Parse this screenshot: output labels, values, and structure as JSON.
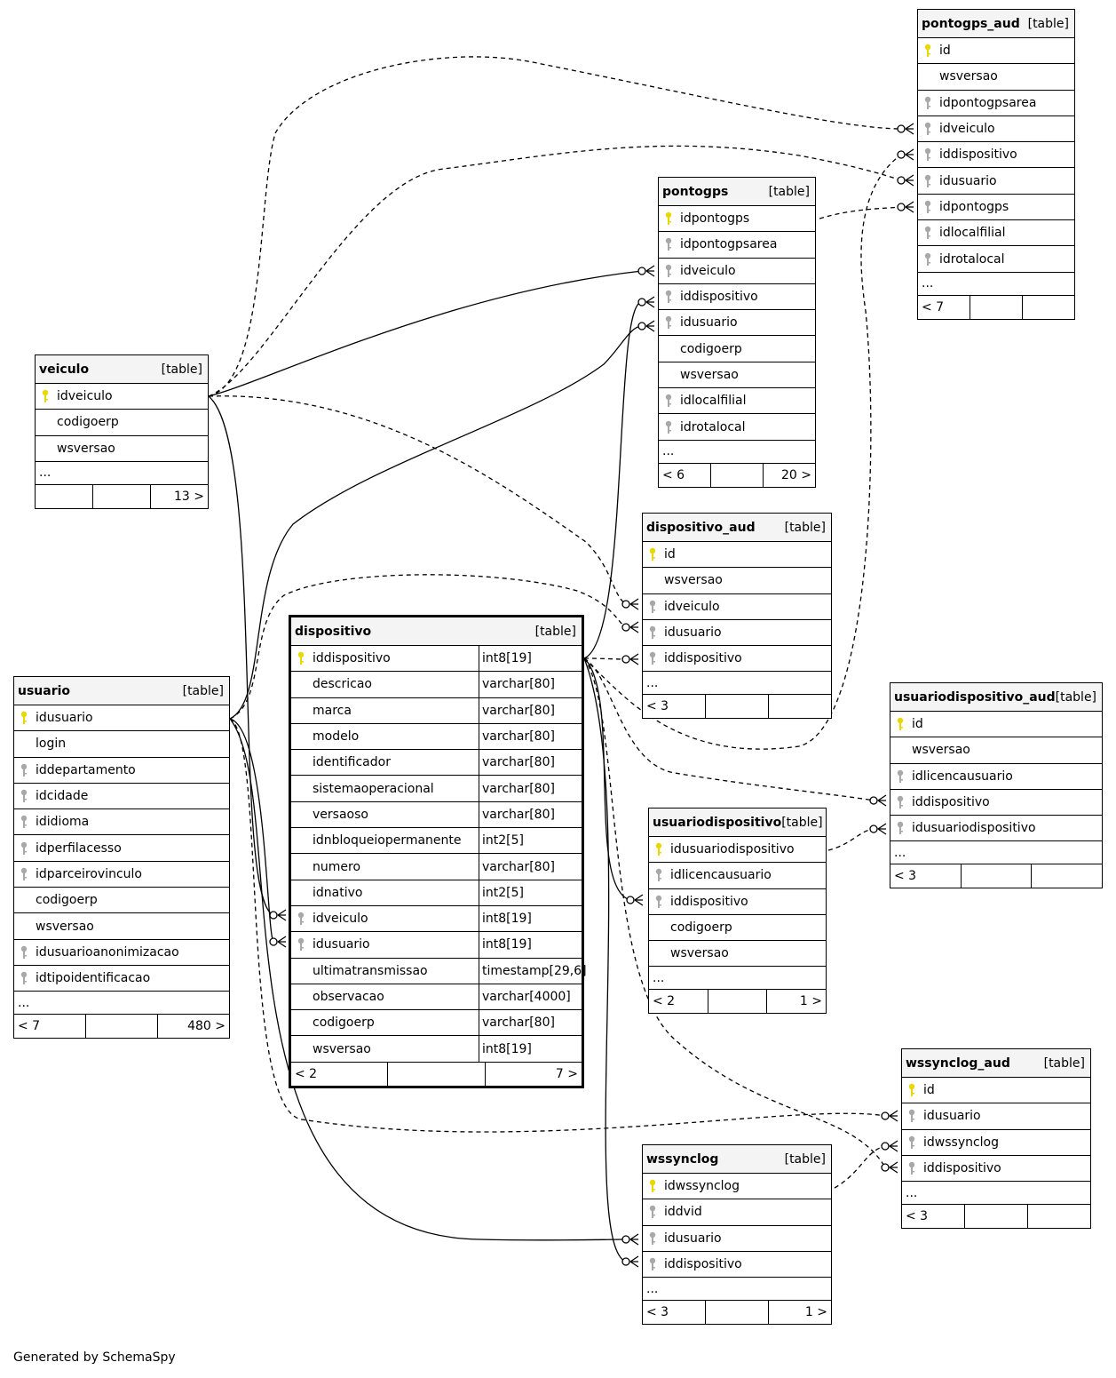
{
  "credit": "Generated by SchemaSpy",
  "table_tag": "[table]",
  "colors": {
    "primary_key": "#e8d800",
    "foreign_key": "#a8a8a8",
    "header_bg": "#f4f4f4"
  },
  "tables": {
    "pontogps_aud": {
      "name": "pontogps_aud",
      "columns": [
        {
          "name": "id",
          "key": "pk"
        },
        {
          "name": "wsversao",
          "key": ""
        },
        {
          "name": "idpontogpsarea",
          "key": "fk"
        },
        {
          "name": "idveiculo",
          "key": "fk"
        },
        {
          "name": "iddispositivo",
          "key": "fk"
        },
        {
          "name": "idusuario",
          "key": "fk"
        },
        {
          "name": "idpontogps",
          "key": "fk"
        },
        {
          "name": "idlocalfilial",
          "key": "fk"
        },
        {
          "name": "idrotalocal",
          "key": "fk"
        }
      ],
      "more": "...",
      "footer": [
        "< 7",
        "",
        ""
      ]
    },
    "pontogps": {
      "name": "pontogps",
      "columns": [
        {
          "name": "idpontogps",
          "key": "pk"
        },
        {
          "name": "idpontogpsarea",
          "key": "fk"
        },
        {
          "name": "idveiculo",
          "key": "fk"
        },
        {
          "name": "iddispositivo",
          "key": "fk"
        },
        {
          "name": "idusuario",
          "key": "fk"
        },
        {
          "name": "codigoerp",
          "key": ""
        },
        {
          "name": "wsversao",
          "key": ""
        },
        {
          "name": "idlocalfilial",
          "key": "fk"
        },
        {
          "name": "idrotalocal",
          "key": "fk"
        }
      ],
      "more": "...",
      "footer": [
        "< 6",
        "",
        "20 >"
      ]
    },
    "veiculo": {
      "name": "veiculo",
      "columns": [
        {
          "name": "idveiculo",
          "key": "pk"
        },
        {
          "name": "codigoerp",
          "key": ""
        },
        {
          "name": "wsversao",
          "key": ""
        }
      ],
      "more": "...",
      "footer": [
        "",
        "",
        "13 >"
      ]
    },
    "dispositivo_aud": {
      "name": "dispositivo_aud",
      "columns": [
        {
          "name": "id",
          "key": "pk"
        },
        {
          "name": "wsversao",
          "key": ""
        },
        {
          "name": "idveiculo",
          "key": "fk"
        },
        {
          "name": "idusuario",
          "key": "fk"
        },
        {
          "name": "iddispositivo",
          "key": "fk"
        }
      ],
      "more": "...",
      "footer": [
        "< 3",
        "",
        ""
      ]
    },
    "dispositivo": {
      "name": "dispositivo",
      "columns": [
        {
          "name": "iddispositivo",
          "key": "pk",
          "type": "int8[19]"
        },
        {
          "name": "descricao",
          "key": "",
          "type": "varchar[80]"
        },
        {
          "name": "marca",
          "key": "",
          "type": "varchar[80]"
        },
        {
          "name": "modelo",
          "key": "",
          "type": "varchar[80]"
        },
        {
          "name": "identificador",
          "key": "",
          "type": "varchar[80]"
        },
        {
          "name": "sistemaoperacional",
          "key": "",
          "type": "varchar[80]"
        },
        {
          "name": "versaoso",
          "key": "",
          "type": "varchar[80]"
        },
        {
          "name": "idnbloqueiopermanente",
          "key": "",
          "type": "int2[5]"
        },
        {
          "name": "numero",
          "key": "",
          "type": "varchar[80]"
        },
        {
          "name": "idnativo",
          "key": "",
          "type": "int2[5]"
        },
        {
          "name": "idveiculo",
          "key": "fk",
          "type": "int8[19]"
        },
        {
          "name": "idusuario",
          "key": "fk",
          "type": "int8[19]"
        },
        {
          "name": "ultimatransmissao",
          "key": "",
          "type": "timestamp[29,6]"
        },
        {
          "name": "observacao",
          "key": "",
          "type": "varchar[4000]"
        },
        {
          "name": "codigoerp",
          "key": "",
          "type": "varchar[80]"
        },
        {
          "name": "wsversao",
          "key": "",
          "type": "int8[19]"
        }
      ],
      "footer": [
        "< 2",
        "",
        "7 >"
      ]
    },
    "usuario": {
      "name": "usuario",
      "columns": [
        {
          "name": "idusuario",
          "key": "pk"
        },
        {
          "name": "login",
          "key": ""
        },
        {
          "name": "iddepartamento",
          "key": "fk"
        },
        {
          "name": "idcidade",
          "key": "fk"
        },
        {
          "name": "ididioma",
          "key": "fk"
        },
        {
          "name": "idperfilacesso",
          "key": "fk"
        },
        {
          "name": "idparceirovinculo",
          "key": "fk"
        },
        {
          "name": "codigoerp",
          "key": ""
        },
        {
          "name": "wsversao",
          "key": ""
        },
        {
          "name": "idusuarioanonimizacao",
          "key": "fk"
        },
        {
          "name": "idtipoidentificacao",
          "key": "fk"
        }
      ],
      "more": "...",
      "footer": [
        "< 7",
        "",
        "480 >"
      ]
    },
    "usuariodispositivo_aud": {
      "name": "usuariodispositivo_aud",
      "columns": [
        {
          "name": "id",
          "key": "pk"
        },
        {
          "name": "wsversao",
          "key": ""
        },
        {
          "name": "idlicencausuario",
          "key": "fk"
        },
        {
          "name": "iddispositivo",
          "key": "fk"
        },
        {
          "name": "idusuariodispositivo",
          "key": "fk"
        }
      ],
      "more": "...",
      "footer": [
        "< 3",
        "",
        ""
      ]
    },
    "usuariodispositivo": {
      "name": "usuariodispositivo",
      "columns": [
        {
          "name": "idusuariodispositivo",
          "key": "pk"
        },
        {
          "name": "idlicencausuario",
          "key": "fk"
        },
        {
          "name": "iddispositivo",
          "key": "fk"
        },
        {
          "name": "codigoerp",
          "key": ""
        },
        {
          "name": "wsversao",
          "key": ""
        }
      ],
      "more": "...",
      "footer": [
        "< 2",
        "",
        "1 >"
      ]
    },
    "wssynclog_aud": {
      "name": "wssynclog_aud",
      "columns": [
        {
          "name": "id",
          "key": "pk"
        },
        {
          "name": "idusuario",
          "key": "fk"
        },
        {
          "name": "idwssynclog",
          "key": "fk"
        },
        {
          "name": "iddispositivo",
          "key": "fk"
        }
      ],
      "more": "...",
      "footer": [
        "< 3",
        "",
        ""
      ]
    },
    "wssynclog": {
      "name": "wssynclog",
      "columns": [
        {
          "name": "idwssynclog",
          "key": "pk"
        },
        {
          "name": "iddvid",
          "key": "fk"
        },
        {
          "name": "idusuario",
          "key": "fk"
        },
        {
          "name": "iddispositivo",
          "key": "fk"
        }
      ],
      "more": "...",
      "footer": [
        "< 3",
        "",
        "1 >"
      ]
    }
  }
}
